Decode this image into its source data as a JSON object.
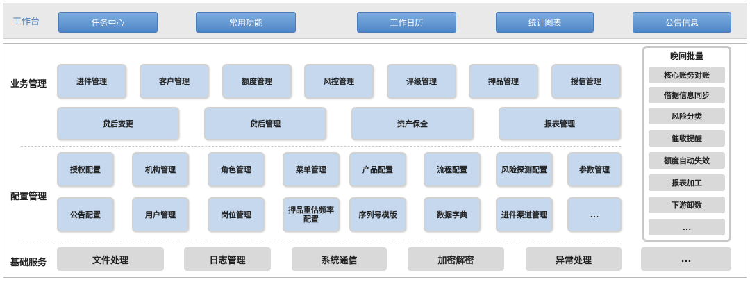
{
  "topbar": {
    "title": "工作台",
    "buttons": [
      "任务中心",
      "常用功能",
      "工作日历",
      "统计图表",
      "公告信息"
    ]
  },
  "business": {
    "title": "业务管理",
    "row1": [
      "进件管理",
      "客户管理",
      "额度管理",
      "风控管理",
      "评级管理",
      "押品管理",
      "授信管理"
    ],
    "row2": [
      "贷后变更",
      "贷后管理",
      "资产保全",
      "报表管理"
    ]
  },
  "config": {
    "title": "配置管理",
    "row1": [
      "授权配置",
      "机构管理",
      "角色管理",
      "菜单管理",
      "产品配置",
      "流程配置",
      "风险探测配置",
      "参数管理"
    ],
    "row2": [
      "公告配置",
      "用户管理",
      "岗位管理",
      "押品重估频率配置",
      "序列号模版",
      "数据字典",
      "进件渠道管理",
      "..."
    ]
  },
  "base": {
    "title": "基础服务",
    "items": [
      "文件处理",
      "日志管理",
      "系统通信",
      "加密解密",
      "异常处理",
      "..."
    ]
  },
  "night_batch": {
    "title": "晚间批量",
    "items": [
      "核心账务对账",
      "借据信息同步",
      "风险分类",
      "催收提醒",
      "额度自动失效",
      "报表加工",
      "下游卸数",
      "..."
    ]
  }
}
